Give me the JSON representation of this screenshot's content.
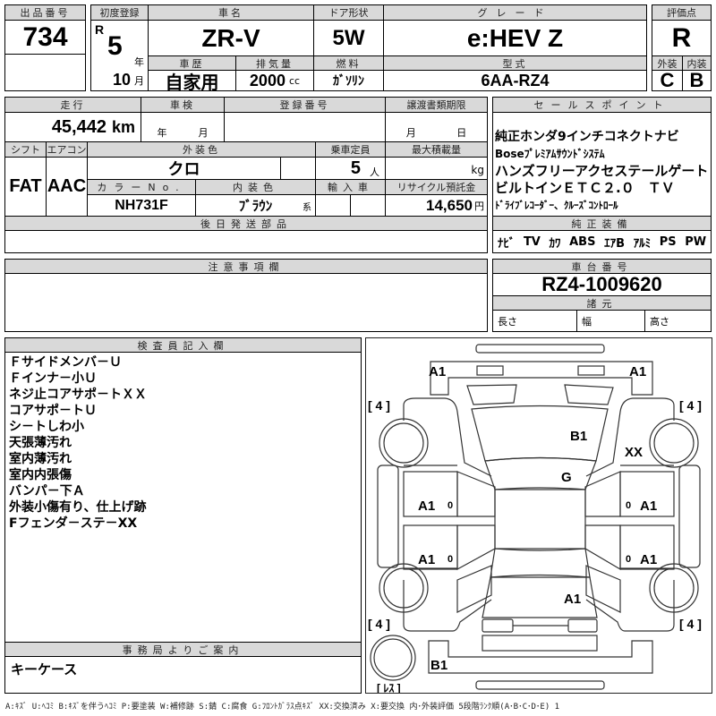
{
  "lot": {
    "header": "出品番号",
    "value": "734"
  },
  "first_reg": {
    "header": "初度登録",
    "era": "R",
    "year": "5",
    "year_unit": "年",
    "month": "10",
    "month_unit": "月"
  },
  "car_name": {
    "header": "車名",
    "value": "ZR-V"
  },
  "door": {
    "header": "ドア形状",
    "value": "5W"
  },
  "grade": {
    "header": "グレード",
    "value": "e:HEV Z"
  },
  "history": {
    "header": "車歴",
    "value": "自家用"
  },
  "displacement": {
    "header": "排気量",
    "value": "2000",
    "unit": "cc"
  },
  "fuel": {
    "header": "燃料",
    "value": "ｶﾞｿﾘﾝ"
  },
  "model_code": {
    "header": "型式",
    "value": "6AA-RZ4"
  },
  "score": {
    "header": "評価点",
    "value": "R",
    "ext_header": "外装",
    "int_header": "内装",
    "ext_value": "C",
    "int_value": "B"
  },
  "mileage": {
    "header": "走行",
    "value": "45,442",
    "unit": "km"
  },
  "shaken": {
    "header": "車検",
    "year_unit": "年",
    "month_unit": "月"
  },
  "reg_number": {
    "header": "登録番号"
  },
  "transfer_deadline": {
    "header": "譲渡書類期限",
    "month_unit": "月",
    "day_unit": "日"
  },
  "shift": {
    "header": "シフト",
    "value": "FAT"
  },
  "aircon": {
    "header": "エアコン",
    "value": "AAC"
  },
  "ext_color": {
    "header": "外装色",
    "value": "クロ"
  },
  "capacity": {
    "header": "乗車定員",
    "value": "5",
    "unit": "人"
  },
  "max_load": {
    "header": "最大積載量",
    "unit": "kg"
  },
  "color_no": {
    "header": "カラーNo.",
    "value": "NH731F"
  },
  "int_color": {
    "header": "内装色",
    "value": "ﾌﾞﾗｳﾝ",
    "suffix": "系"
  },
  "import": {
    "header": "輸入車"
  },
  "recycle": {
    "header": "リサイクル預託金",
    "value": "14,650",
    "unit": "円"
  },
  "later_parts": {
    "header": "後日発送部品"
  },
  "sales_points": {
    "header": "セールスポイント",
    "lines": [
      "純正ホンダ9インチコネクトナビ",
      "Boseﾌﾟﾚﾐｱﾑｻｳﾝﾄﾞｼｽﾃﾑ",
      "ハンズフリーアクセステールゲート",
      "ビルトインＥＴＣ２.０　ＴＶ",
      "ﾄﾞﾗｲﾌﾞﾚｺｰﾀﾞｰ、ｸﾙｰｽﾞｺﾝﾄﾛｰﾙ"
    ]
  },
  "equipment": {
    "header": "純正装備",
    "items": [
      "ﾅﾋﾞ",
      "TV",
      "ｶﾜ",
      "ABS",
      "ｴｱB",
      "ｱﾙﾐ",
      "PS",
      "PW"
    ]
  },
  "notice": {
    "header": "注意事項欄"
  },
  "chassis": {
    "header": "車台番号",
    "value": "RZ4-1009620"
  },
  "specs": {
    "header": "諸元",
    "length": "長さ",
    "width": "幅",
    "height": "高さ"
  },
  "inspector": {
    "header": "検査員記入欄",
    "lines": [
      "Ｆサイドメンバ－Ｕ",
      "Ｆインナ－小Ｕ",
      "ネジ止コアサポ－トＸＸ",
      "コアサポ－トＵ",
      "シ－トしわ小",
      "天張薄汚れ",
      "室内薄汚れ",
      "室内内張傷",
      "バンパ－下Ａ",
      "外装小傷有り、仕上げ跡",
      "Fフェンダ－ステ－XX"
    ]
  },
  "office": {
    "header": "事務局よりご案内",
    "value": "キーケース"
  },
  "diagram": {
    "front_left": "A1",
    "front_right": "A1",
    "hood": "B1",
    "windshield": "G",
    "right_fender": "XX",
    "front_door_left": "A1",
    "rear_door_left": "A1",
    "front_door_right": "A1",
    "rear_door_right": "A1",
    "door_marks": [
      "0",
      "0",
      "0",
      "0"
    ],
    "rear_hatch": "A1",
    "rear_bumper": "B1",
    "tire_fl": "[ 4 ]",
    "tire_fr": "[ 4 ]",
    "tire_rl": "[ 4 ]",
    "tire_rr": "[ 4 ]",
    "spare": "[ ﾚｽ ]"
  },
  "legend": "A:ｷｽﾞ U:ﾍｺﾐ B:ｷｽﾞを伴うﾍｺﾐ P:要塗装 W:補修跡 S:錆 C:腐食 G:ﾌﾛﾝﾄｶﾞﾗｽ点ｷｽﾞ XX:交換済み X:要交換 内･外装評価 5段階ﾗﾝｸ順(A･B･C･D･E) 1"
}
